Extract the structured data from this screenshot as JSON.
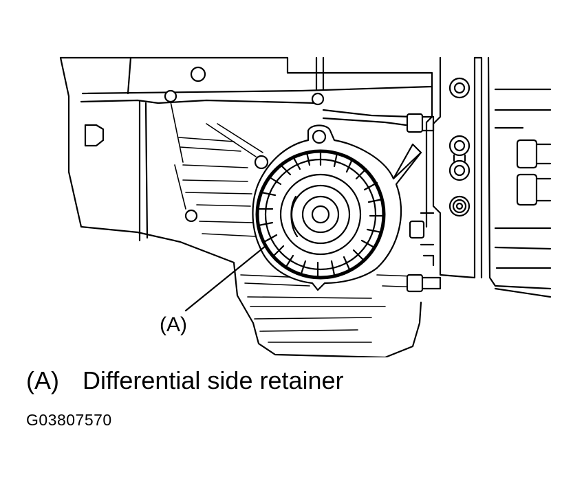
{
  "diagram": {
    "callout": {
      "label": "(A)"
    },
    "legend": [
      {
        "key": "(A)",
        "description": "Differential side retainer"
      }
    ],
    "figure_code": "G03807570",
    "ink_color": "#000000",
    "paper_color": "#ffffff"
  }
}
